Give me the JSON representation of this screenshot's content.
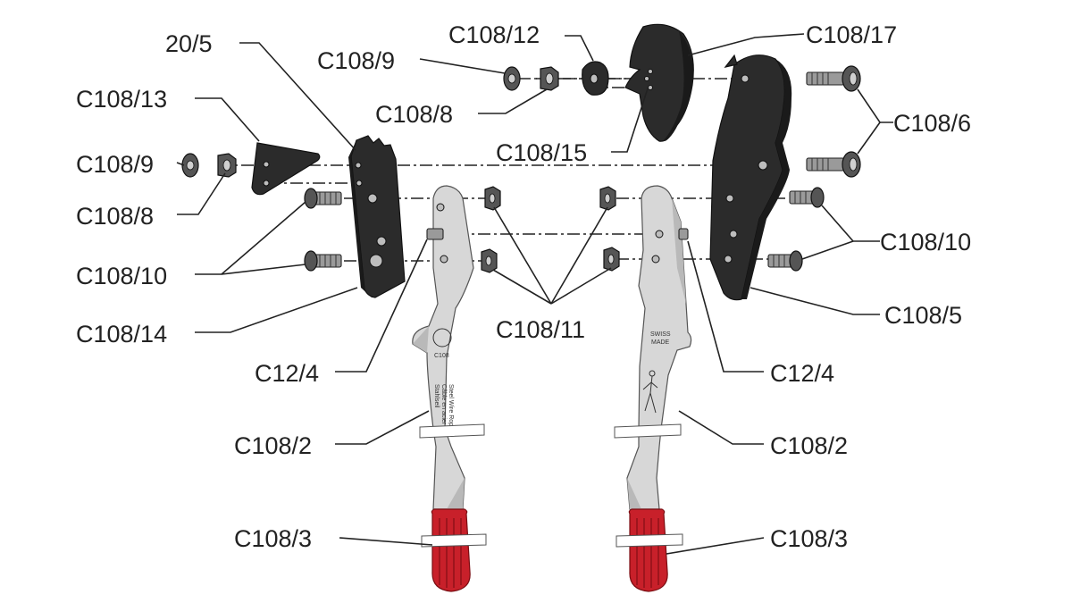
{
  "labels": {
    "p20_5": "20/5",
    "c108_13": "C108/13",
    "c108_9_left": "C108/9",
    "c108_8_left": "C108/8",
    "c108_10_left": "C108/10",
    "c108_14": "C108/14",
    "c12_4_left": "C12/4",
    "c108_2_left": "C108/2",
    "c108_3_left": "C108/3",
    "c108_12": "C108/12",
    "c108_9_top": "C108/9",
    "c108_8_top": "C108/8",
    "c108_15": "C108/15",
    "c108_11": "C108/11",
    "c108_17": "C108/17",
    "c108_6": "C108/6",
    "c108_10_right": "C108/10",
    "c108_5": "C108/5",
    "c12_4_right": "C12/4",
    "c108_2_right": "C108/2",
    "c108_3_right": "C108/3"
  },
  "handle_stamps": {
    "left_model": "C108",
    "left_text_1": "Steel Wire Rope",
    "left_text_2": "Câble en acier",
    "left_text_3": "Stahlseil",
    "right_text_1": "SWISS",
    "right_text_2": "MADE"
  },
  "colors": {
    "plates": "#2b2b2b",
    "handles": "#d7d7d7",
    "grips": "#c8202a"
  }
}
